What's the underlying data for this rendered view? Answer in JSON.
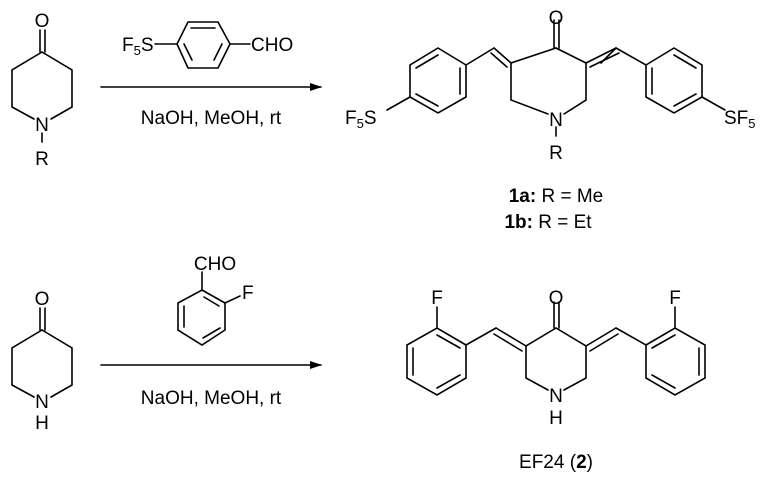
{
  "reaction1": {
    "reactant_atoms": {
      "oxygen": "O",
      "nitrogen": "N",
      "substituent": "R"
    },
    "reagent": {
      "sf5_left": "F",
      "sf5_sub": "5",
      "sf5_right": "S",
      "aldehyde": "CHO"
    },
    "conditions": "NaOH, MeOH, rt",
    "product_atoms": {
      "oxygen": "O",
      "nitrogen": "N",
      "substituent": "R",
      "left_f": "F",
      "left_sub": "5",
      "left_s": "S",
      "right_s": "SF",
      "right_sub": "5"
    },
    "compounds": [
      {
        "id": "1a:",
        "desc": " R = Me"
      },
      {
        "id": "1b:",
        "desc": " R = Et"
      }
    ]
  },
  "reaction2": {
    "reactant_atoms": {
      "oxygen": "O",
      "nitrogen": "N",
      "hydrogen": "H"
    },
    "reagent": {
      "aldehyde": "CHO",
      "fluorine": "F"
    },
    "conditions": "NaOH, MeOH, rt",
    "product_atoms": {
      "oxygen": "O",
      "nitrogen": "N",
      "hydrogen": "H",
      "left_f": "F",
      "right_f": "F"
    },
    "label": {
      "name": "EF24 (",
      "number": "2",
      "close": ")"
    }
  }
}
